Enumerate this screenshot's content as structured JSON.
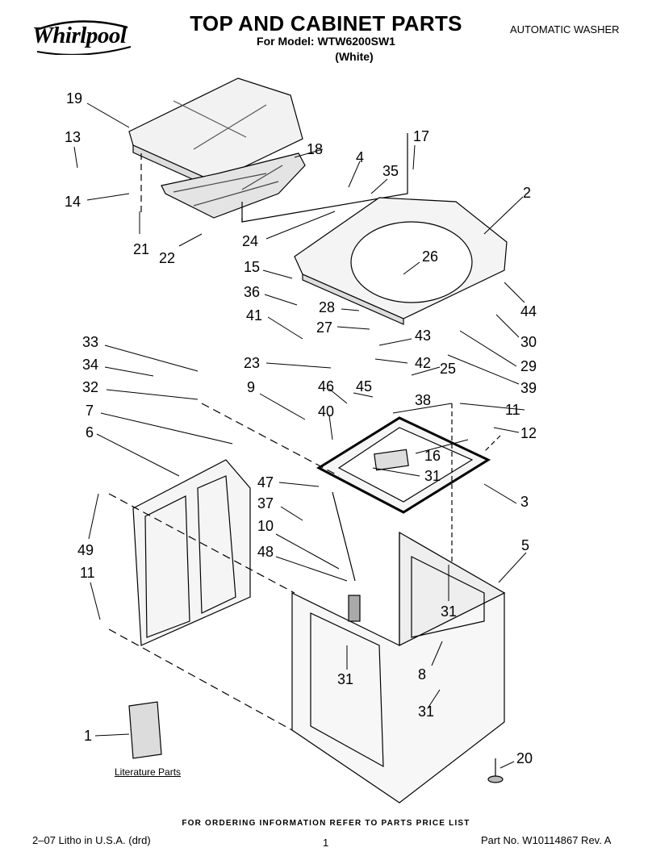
{
  "header": {
    "brand": "Whirlpool",
    "title": "TOP AND CABINET PARTS",
    "model_line": "For Model: WTW6200SW1",
    "color_line": "(White)",
    "product_type": "AUTOMATIC WASHER"
  },
  "diagram": {
    "literature_label": "Literature Parts",
    "callouts": [
      "19",
      "13",
      "14",
      "21",
      "22",
      "18",
      "17",
      "4",
      "35",
      "2",
      "24",
      "15",
      "36",
      "41",
      "26",
      "28",
      "27",
      "44",
      "43",
      "30",
      "29",
      "42",
      "39",
      "23",
      "25",
      "33",
      "34",
      "32",
      "46",
      "45",
      "38",
      "11",
      "9",
      "40",
      "12",
      "7",
      "6",
      "16",
      "31",
      "3",
      "47",
      "37",
      "49",
      "11",
      "10",
      "5",
      "48",
      "31",
      "31",
      "8",
      "31",
      "1",
      "20"
    ]
  },
  "footer": {
    "ordering_note": "FOR ORDERING INFORMATION REFER TO PARTS PRICE LIST",
    "print_info": "2–07 Litho in U.S.A. (drd)",
    "page_number": "1",
    "part_number": "Part No. W10114867 Rev. A"
  }
}
